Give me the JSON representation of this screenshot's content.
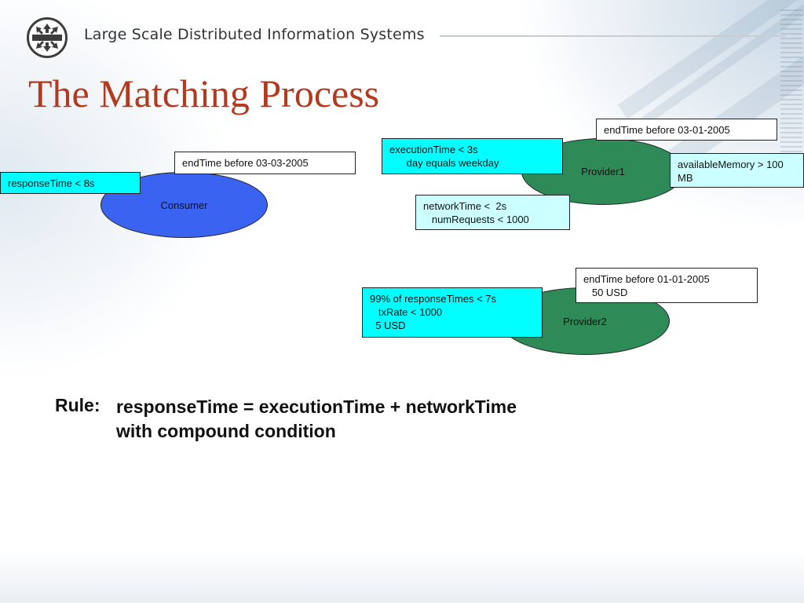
{
  "header": {
    "title": "Large Scale Distributed Information Systems",
    "logo_icon": "lsdis-logo-icon"
  },
  "slide": {
    "title": "The Matching Process"
  },
  "nodes": {
    "consumer": "Consumer",
    "provider1": "Provider1",
    "provider2": "Provider2"
  },
  "boxes": {
    "consumer_response": [
      "responseTime < 8s"
    ],
    "consumer_end": [
      "endTime before 03-03-2005"
    ],
    "p1_exec": [
      "executionTime < 3s",
      "      day equals weekday"
    ],
    "p1_end": [
      "endTime before 03-01-2005"
    ],
    "p1_memory": [
      "availableMemory > 100",
      "MB"
    ],
    "p1_network": [
      "networkTime <  2s",
      "   numRequests < 1000"
    ],
    "p2_response": [
      "99% of responseTimes < 7s",
      "   txRate < 1000",
      "  5 USD"
    ],
    "p2_end": [
      "endTime before 01-01-2005",
      "   50 USD"
    ]
  },
  "rule": {
    "label": "Rule:",
    "lines": [
      "responseTime = executionTime + networkTime",
      "with compound condition"
    ]
  },
  "colors": {
    "title": "#b23a1e",
    "consumer": "#3a63f2",
    "provider": "#2e8b57",
    "box_cyan": "#00ffff",
    "box_light": "#ccffff"
  }
}
